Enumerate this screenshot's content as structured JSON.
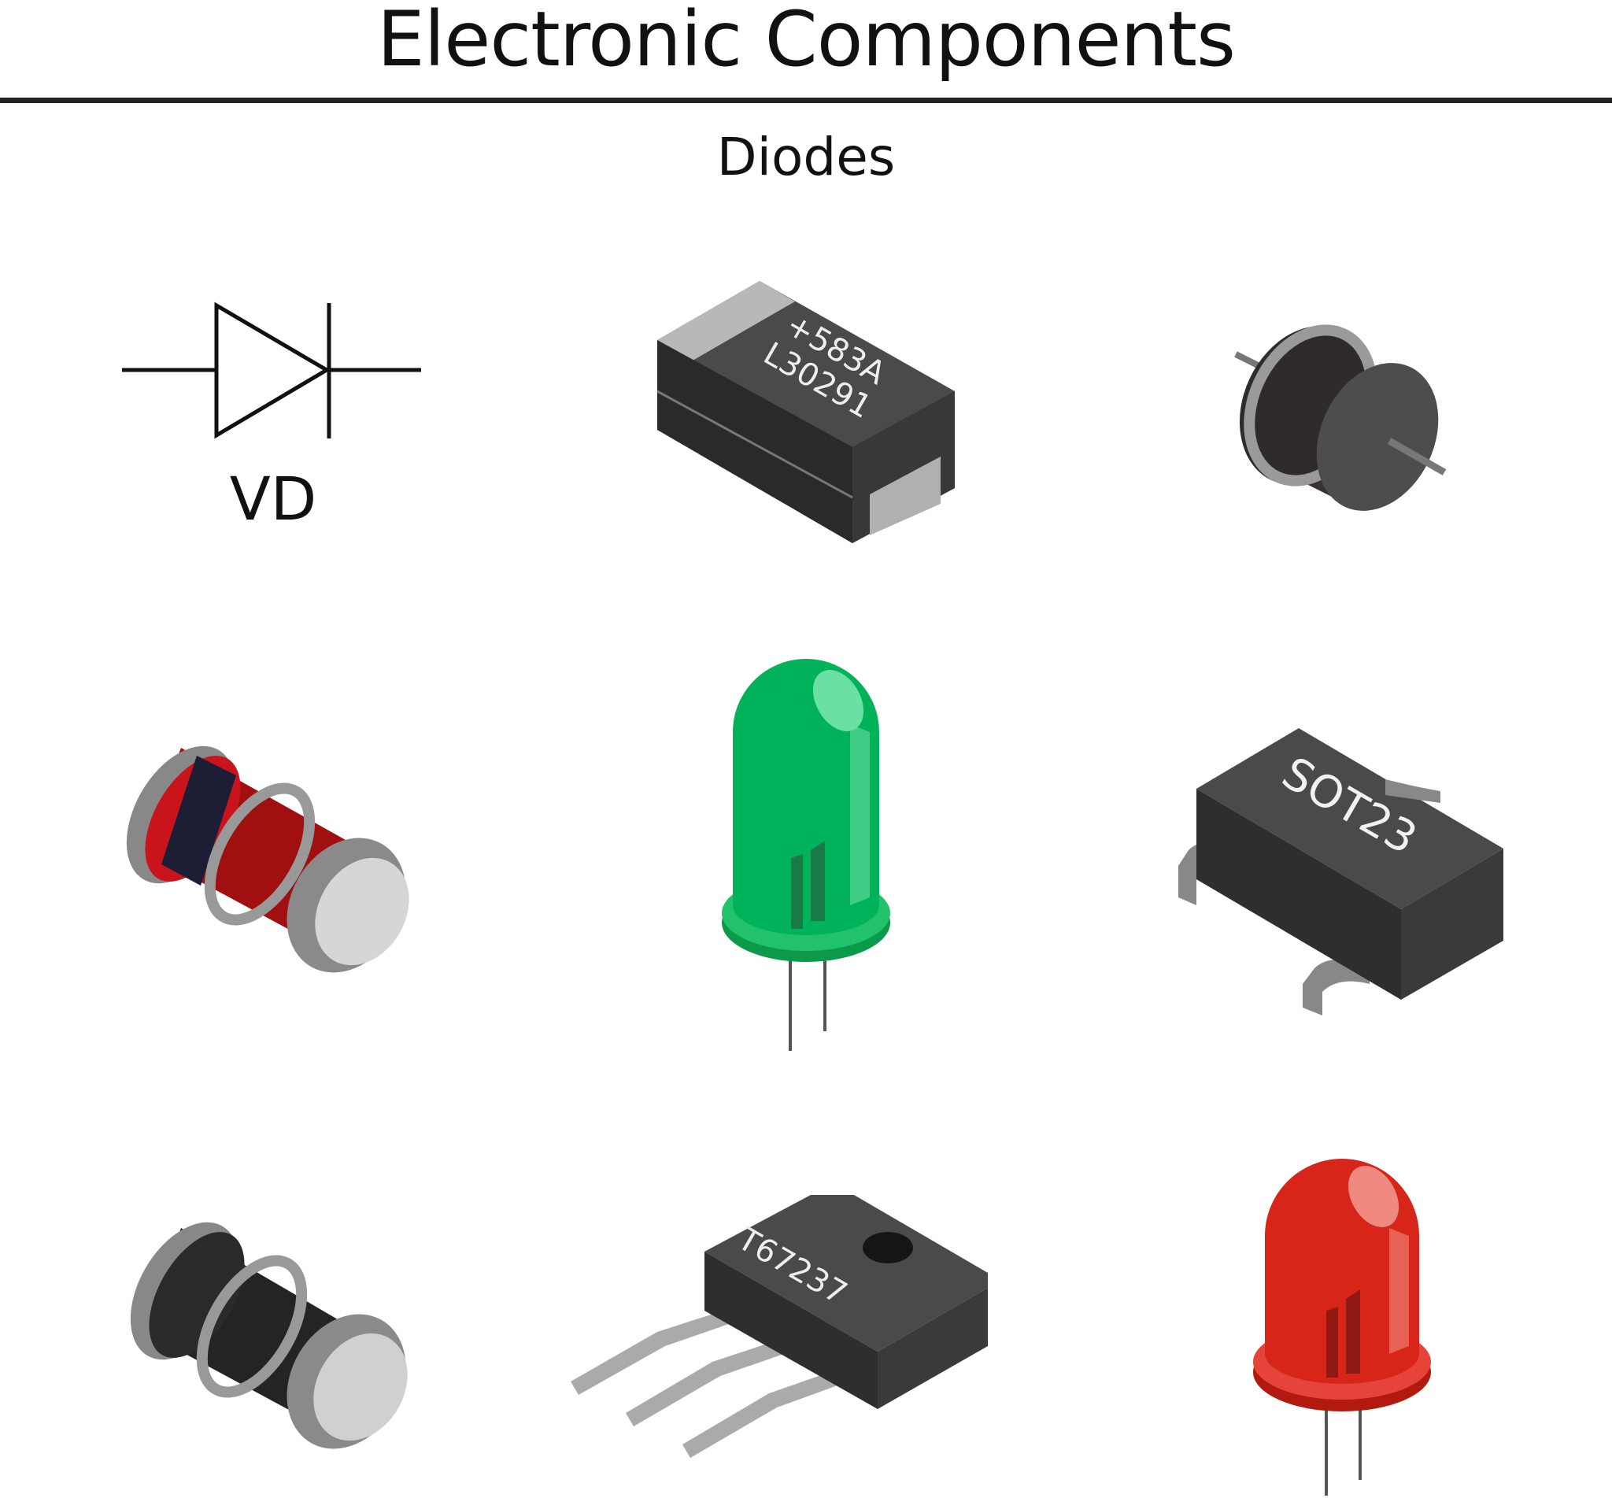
{
  "header": {
    "title": "Electronic Components",
    "subtitle": "Diodes"
  },
  "symbol": {
    "label": "VD"
  },
  "components": {
    "smd_marking_line1": "+583A",
    "smd_marking_line2": "L30291",
    "sot_marking": "SOT23",
    "bridge_marking": "T67237"
  },
  "colors": {
    "body_dark": "#3d3d3d",
    "metal_grey": "#9a9a9a",
    "led_green": "#00b35a",
    "led_red": "#d8251a",
    "melf_red": "#b01212"
  }
}
